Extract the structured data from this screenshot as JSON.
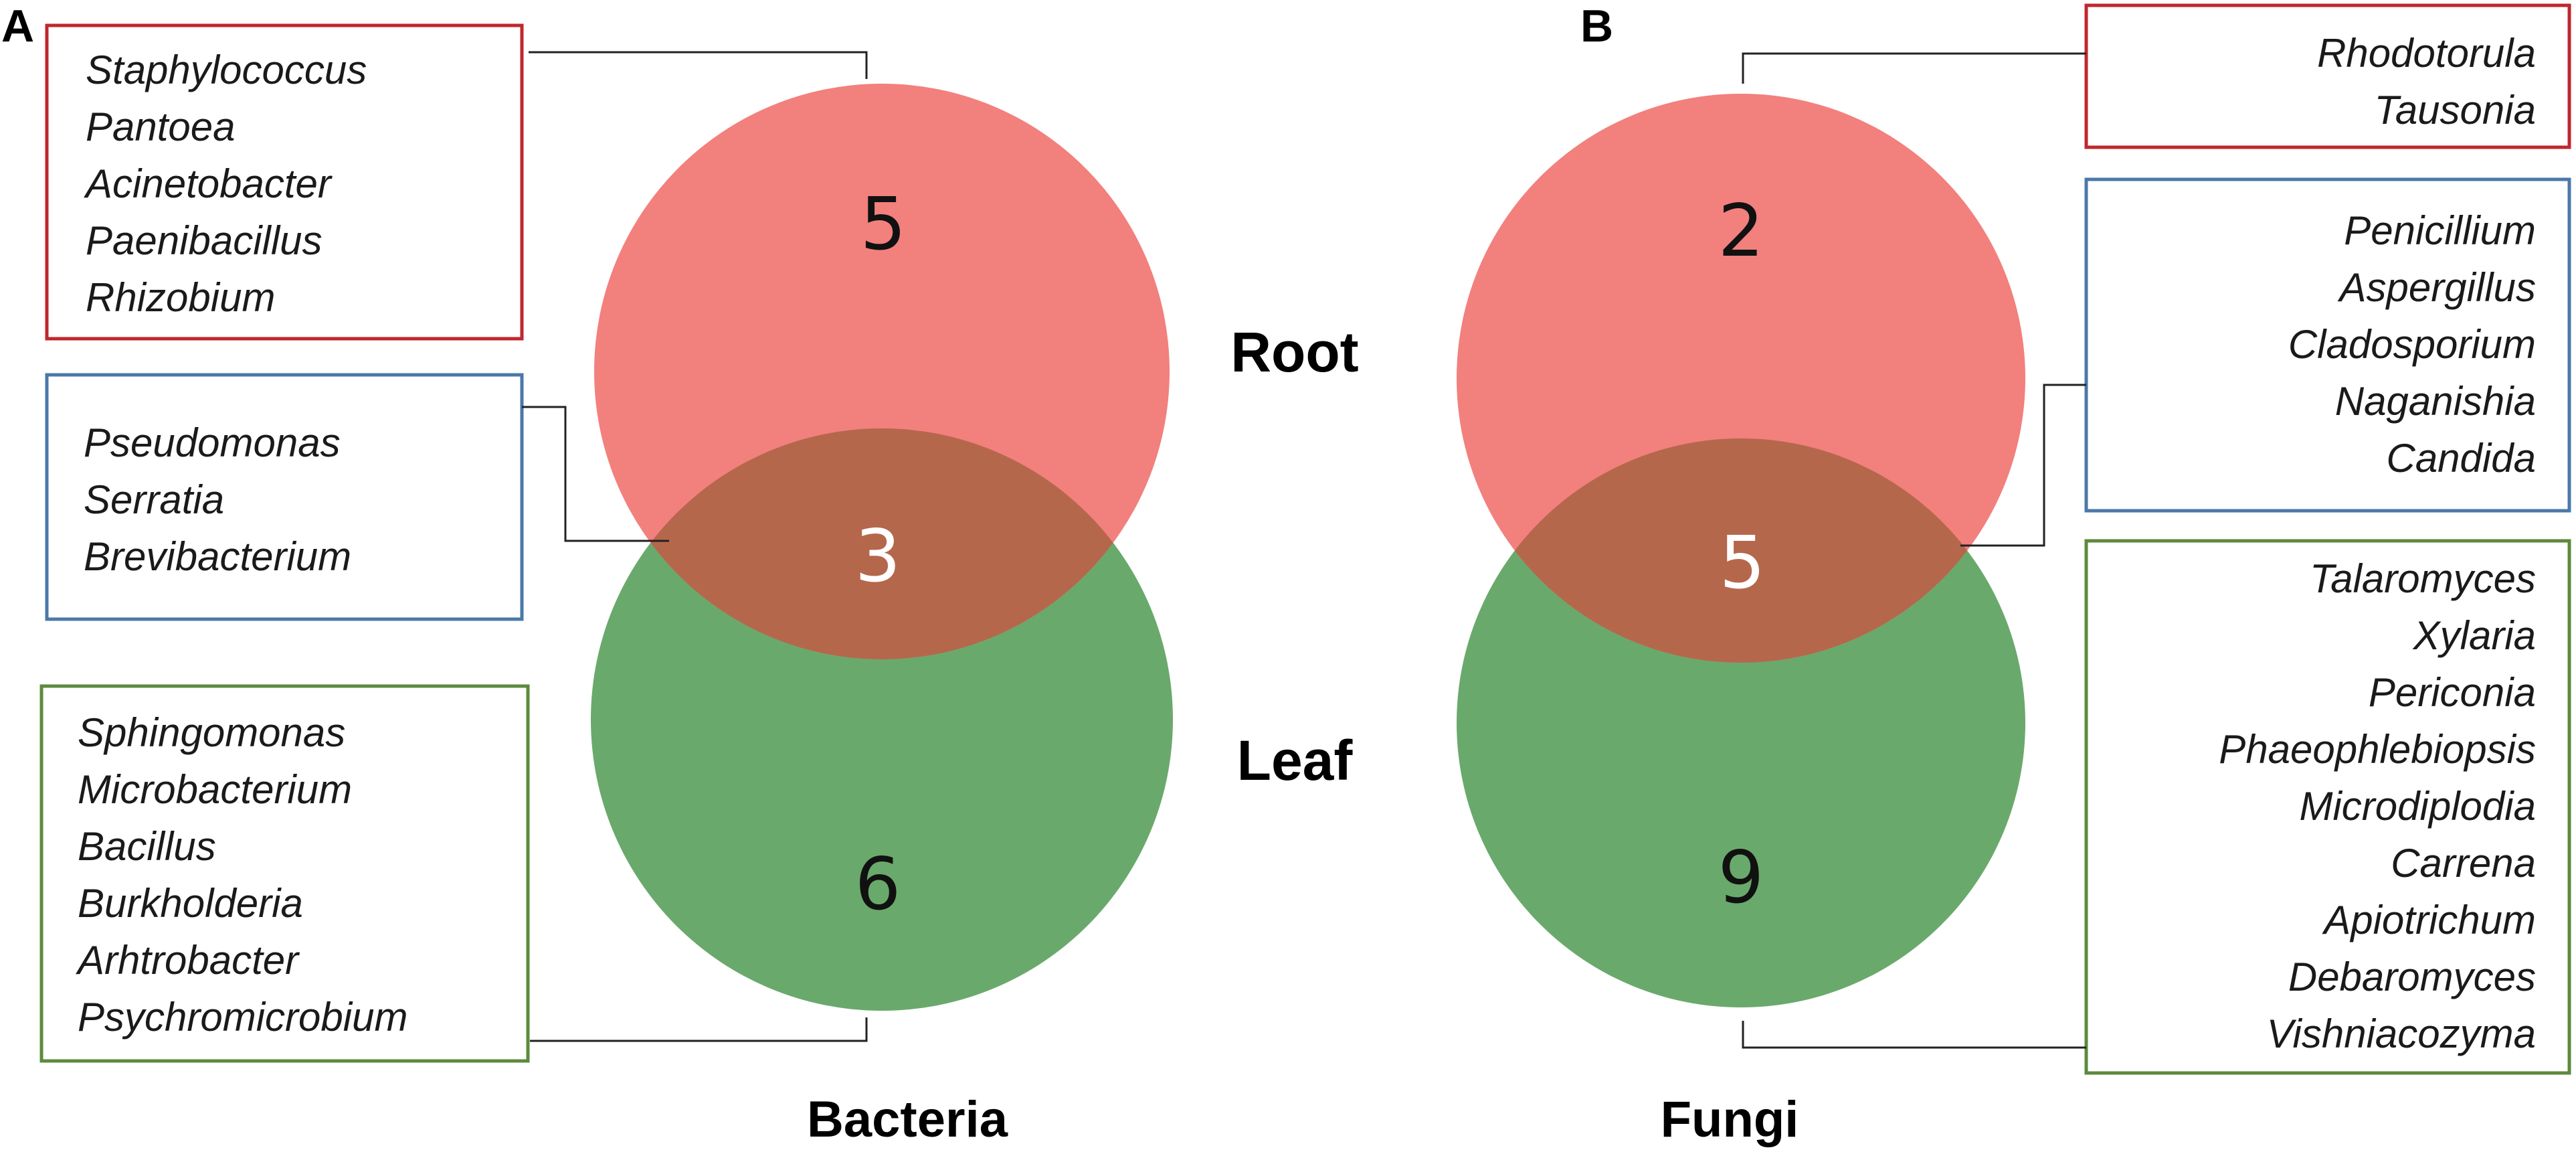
{
  "colors": {
    "root": "#f2807d",
    "leaf": "#6aa96c",
    "overlap": "#b5674c",
    "root_box": "#c0272d",
    "shared_box": "#4a78a8",
    "leaf_box": "#5c8a3c",
    "connector": "#222222"
  },
  "labels": {
    "root": "Root",
    "leaf": "Leaf"
  },
  "panels": [
    {
      "letter": "A",
      "caption": "Bacteria",
      "root_only": 5,
      "shared": 3,
      "leaf_only": 6,
      "root_genera": [
        "Staphylococcus",
        "Pantoea",
        "Acinetobacter",
        "Paenibacillus",
        "Rhizobium"
      ],
      "shared_genera": [
        "Pseudomonas",
        "Serratia",
        "Brevibacterium"
      ],
      "leaf_genera": [
        "Sphingomonas",
        "Microbacterium",
        "Bacillus",
        "Burkholderia",
        "Arhtrobacter",
        "Psychromicrobium"
      ]
    },
    {
      "letter": "B",
      "caption": "Fungi",
      "root_only": 2,
      "shared": 5,
      "leaf_only": 9,
      "root_genera": [
        "Rhodotorula",
        "Tausonia"
      ],
      "shared_genera": [
        "Penicillium",
        "Aspergillus",
        "Cladosporium",
        "Naganishia",
        "Candida"
      ],
      "leaf_genera": [
        "Talaromyces",
        "Xylaria",
        "Periconia",
        "Phaeophlebiopsis",
        "Microdiplodia",
        "Carrena",
        "Apiotrichum",
        "Debaromyces",
        "Vishniacozyma"
      ]
    }
  ]
}
